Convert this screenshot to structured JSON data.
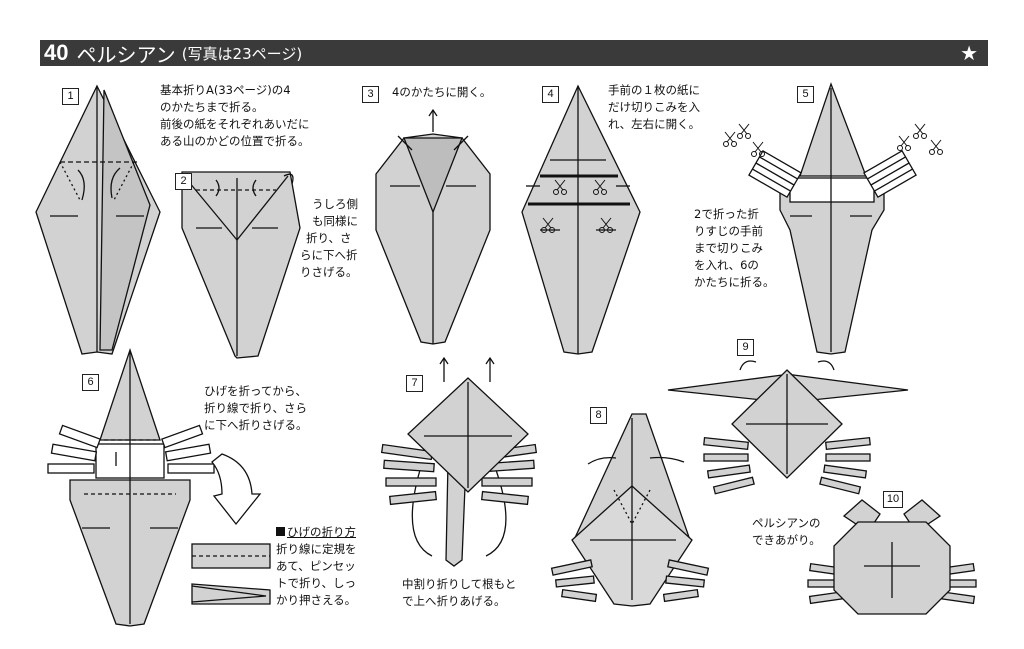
{
  "header": {
    "number": "40",
    "title": "ペルシアン",
    "subtitle": "(写真は23ページ)",
    "star": "★"
  },
  "steps": [
    {
      "num": "1",
      "lines": [
        "基本折りA(33ページ)の4",
        "のかたちまで折る。",
        "前後の紙をそれぞれあいだに",
        "ある山のかどの位置で折る。"
      ]
    },
    {
      "num": "2",
      "lines": [
        "うしろ側",
        "も同様に",
        "折り、さ",
        "らに下へ折",
        "りさげる。"
      ]
    },
    {
      "num": "3",
      "lines": [
        "4のかたちに開く。"
      ]
    },
    {
      "num": "4",
      "lines": [
        "手前の１枚の紙に",
        "だけ切りこみを入",
        "れ、左右に開く。"
      ]
    },
    {
      "num": "5",
      "lines": [
        "2で折った折",
        "りすじの手前",
        "まで切りこみ",
        "を入れ、6の",
        "かたちに折る。"
      ]
    },
    {
      "num": "6",
      "lines": [
        "ひげを折ってから、",
        "折り線で折り、さら",
        "に下へ折りさげる。"
      ]
    },
    {
      "num": "7",
      "lines": [
        "中割り折りして根もと",
        "で上へ折りあげる。"
      ]
    },
    {
      "num": "8",
      "lines": []
    },
    {
      "num": "9",
      "lines": []
    },
    {
      "num": "10",
      "lines": [
        "ペルシアンの",
        "できあがり。"
      ]
    }
  ],
  "whisker_note": {
    "title": "ひげの折り方",
    "lines": [
      "折り線に定規を",
      "あて、ピンセッ",
      "トで折り、しっ",
      "かり押さえる。"
    ]
  },
  "colors": {
    "paper": "#d2d2d2",
    "line": "#111111",
    "header": "#3a3a3a"
  }
}
